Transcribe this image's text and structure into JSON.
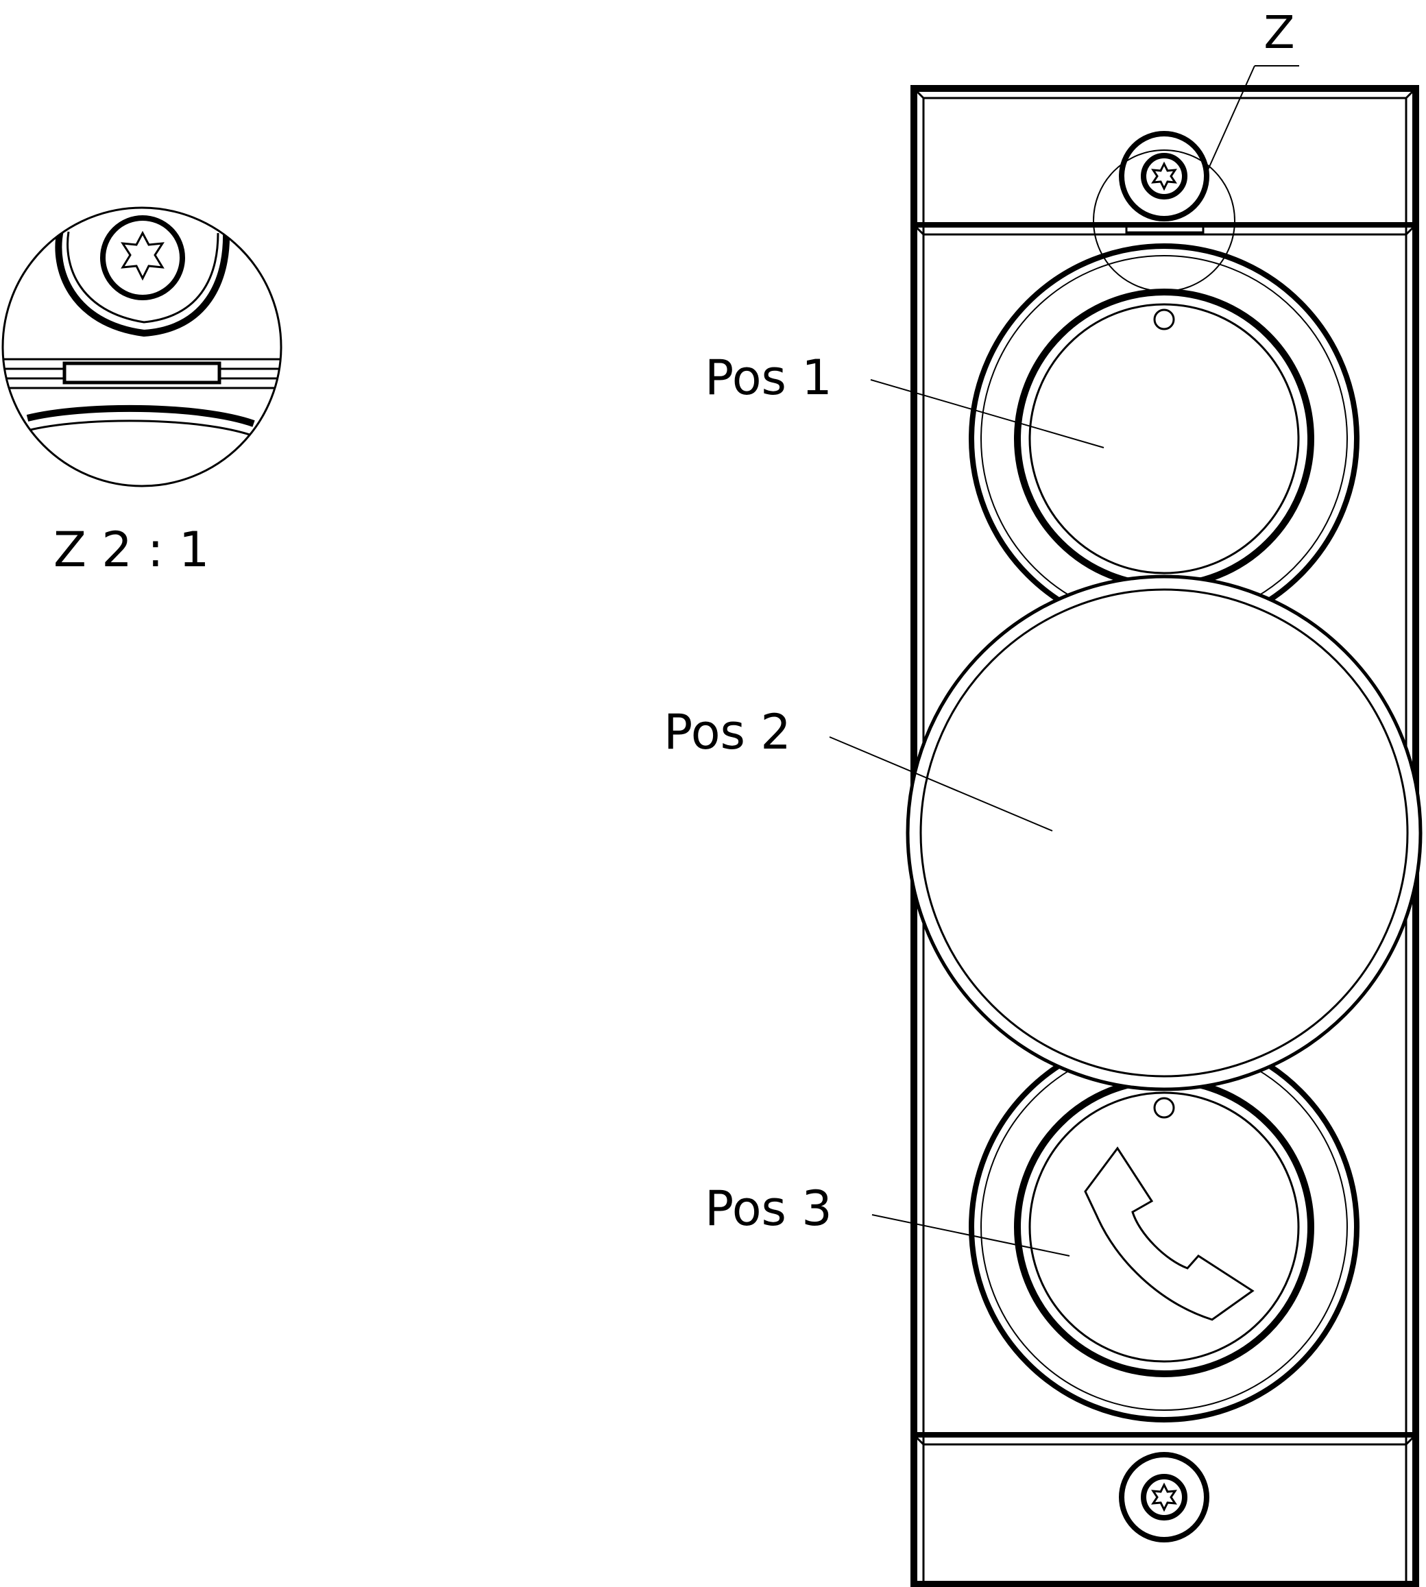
{
  "labels": {
    "pos1": "Pos 1",
    "pos2": "Pos 2",
    "pos3": "Pos 3",
    "detail_marker": "Z",
    "detail_caption": "Z 2 : 1"
  },
  "icons": {
    "handset": "phone-handset-icon",
    "screw": "torx-screw-icon"
  }
}
